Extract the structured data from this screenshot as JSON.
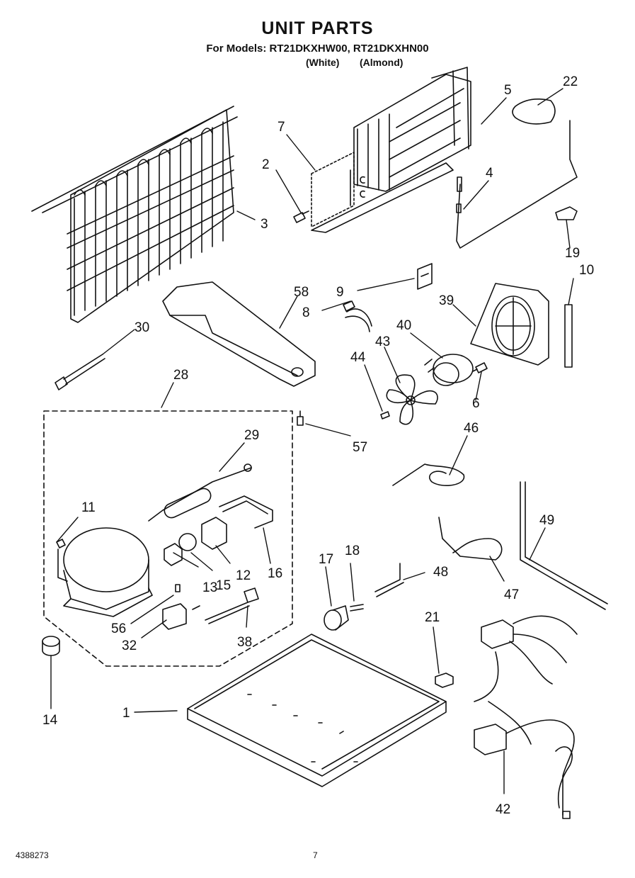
{
  "header": {
    "title": "UNIT PARTS",
    "models_line": "For Models: RT21DKXHW00, RT21DKXHN00",
    "variants": [
      "(White)",
      "(Almond)"
    ]
  },
  "callouts": [
    {
      "id": "1"
    },
    {
      "id": "2"
    },
    {
      "id": "3"
    },
    {
      "id": "4"
    },
    {
      "id": "5"
    },
    {
      "id": "6"
    },
    {
      "id": "7"
    },
    {
      "id": "8"
    },
    {
      "id": "9"
    },
    {
      "id": "10"
    },
    {
      "id": "11"
    },
    {
      "id": "12"
    },
    {
      "id": "13"
    },
    {
      "id": "14"
    },
    {
      "id": "15"
    },
    {
      "id": "16"
    },
    {
      "id": "17"
    },
    {
      "id": "18"
    },
    {
      "id": "19"
    },
    {
      "id": "21"
    },
    {
      "id": "22"
    },
    {
      "id": "28"
    },
    {
      "id": "29"
    },
    {
      "id": "30"
    },
    {
      "id": "32"
    },
    {
      "id": "38"
    },
    {
      "id": "39"
    },
    {
      "id": "40"
    },
    {
      "id": "42"
    },
    {
      "id": "43"
    },
    {
      "id": "44"
    },
    {
      "id": "46"
    },
    {
      "id": "47"
    },
    {
      "id": "48"
    },
    {
      "id": "49"
    },
    {
      "id": "56"
    },
    {
      "id": "57"
    },
    {
      "id": "58"
    }
  ],
  "footer": {
    "doc_number": "4388273",
    "page_number": "7"
  },
  "colors": {
    "ink": "#111111",
    "paper": "#ffffff"
  }
}
